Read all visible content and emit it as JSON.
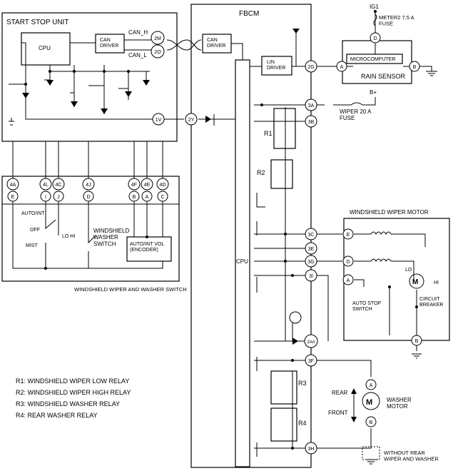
{
  "blocks": {
    "start_stop_unit": "START STOP UNIT",
    "fbcm": "FBCM",
    "cpu_ssu": "CPU",
    "cpu_fbcm": "CPU",
    "can_driver_ssu": "CAN\nDRIVER",
    "can_driver_fbcm": "CAN\nDRIVER",
    "lin_driver": "LIN\nDRIVER",
    "can_h": "CAN_H",
    "can_l": "CAN_L",
    "ig1": "IG1",
    "fuse_meter2": "METER2 7.5 A\nFUSE",
    "fuse_wiper": "WIPER 20 A\nFUSE",
    "bplus": "B+",
    "rain_sensor": "RAIN SENSOR",
    "microcomputer": "MICROCOMPUTER",
    "wiper_motor_title": "WINDSHIELD WIPER MOTOR",
    "lo": "LO",
    "hi": "HI",
    "auto_stop": "AUTO STOP\nSWITCH",
    "circuit_breaker": "CIRCUIT\nBREAKER",
    "wiper_switch_title": "WINDSHIELD WIPER AND WASHER SWITCH",
    "auto_int": "AUTO/INT",
    "off": "OFF",
    "mist": "MIST",
    "lo_hi": "LO HI",
    "washer_switch": "WINDSHIELD\nWASHER\nSWITCH",
    "vol_encoder": "AUTO/INT VOL\n(ENCODER)",
    "washer_motor": "WASHER\nMOTOR",
    "rear": "REAR",
    "front": "FRONT",
    "without_rear": "WITHOUT REAR\nWIPER AND WASHER",
    "r1": "R1",
    "r2": "R2",
    "r3": "R3",
    "r4": "R4",
    "motor_m": "M"
  },
  "terminals": {
    "ssu_2m": "2M",
    "ssu_2o": "2O",
    "ssu_1v": "1V",
    "fbcm_2y": "2Y",
    "fbcm_2g": "2G",
    "fbcm_3a": "3A",
    "fbcm_3b": "3B",
    "fbcm_3c": "3C",
    "fbcm_3e": "3E",
    "fbcm_3g": "3G",
    "fbcm_3i": "3I",
    "fbcm_2aa": "2AA",
    "fbcm_3f": "3F",
    "fbcm_3h": "3H",
    "rs_a": "A",
    "rs_b": "B",
    "fuse_d": "D",
    "wm_e": "E",
    "wm_d": "D",
    "wm_a": "A",
    "wm_b": "B",
    "sw_4a": "4A",
    "sw_4l": "4L",
    "sw_4c": "4C",
    "sw_4j": "4J",
    "sw_4f": "4F",
    "sw_4e": "4E",
    "sw_4d": "4D",
    "sw_e": "E",
    "sw_i": "I",
    "sw_j": "J",
    "sw_d": "D",
    "sw_b": "B",
    "sw_a": "A",
    "sw_c": "C",
    "wash_a": "A",
    "wash_b": "B"
  },
  "legend": [
    "R1: WINDSHIELD WIPER LOW RELAY",
    "R2: WINDSHIELD WIPER HIGH RELAY",
    "R3: WINDSHIELD WASHER RELAY",
    "R4: REAR WASHER RELAY"
  ]
}
